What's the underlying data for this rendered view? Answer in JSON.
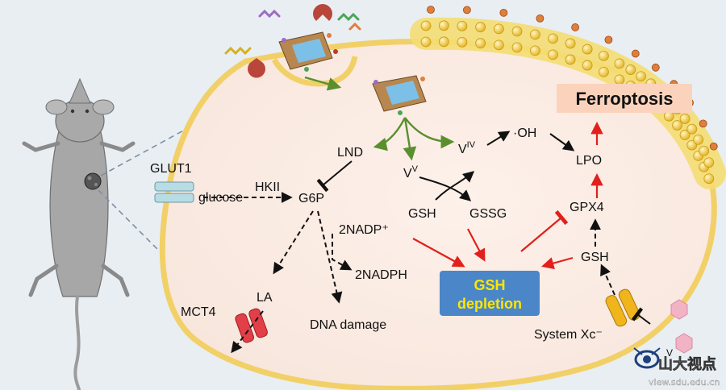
{
  "labels": {
    "glut1": "GLUT1",
    "glucose": "glucose",
    "hkii": "HKII",
    "g6p": "G6P",
    "lnd": "LND",
    "v5": "V",
    "v5_sup": "V",
    "v4": "V",
    "v4_sup": "IV",
    "oh": "·OH",
    "lpo": "LPO",
    "gpx4": "GPX4",
    "gsh_right": "GSH",
    "gsh_center": "GSH",
    "gssg": "GSSG",
    "nadp": "2NADP⁺",
    "nadph": "2NADPH",
    "la": "LA",
    "mct4": "MCT4",
    "dna": "DNA damage",
    "system": "System Xc⁻",
    "v_small": "V",
    "ferroptosis": "Ferroptosis",
    "gsh_depletion_1": "GSH",
    "gsh_depletion_2": "depletion"
  },
  "watermark": {
    "brand": "山大视点",
    "url": "view.sdu.edu.cn"
  },
  "colors": {
    "background": "#e9eef3",
    "cell_fill": "#fbeee6",
    "membrane": "#f2d068",
    "activation_arrow": "#5a8f2f",
    "inhibition_arrow": "#e1201b",
    "gsh_box": "#4b86c8",
    "gsh_text": "#ffe600",
    "ferroptosis_bg": "#fbd3bc"
  }
}
